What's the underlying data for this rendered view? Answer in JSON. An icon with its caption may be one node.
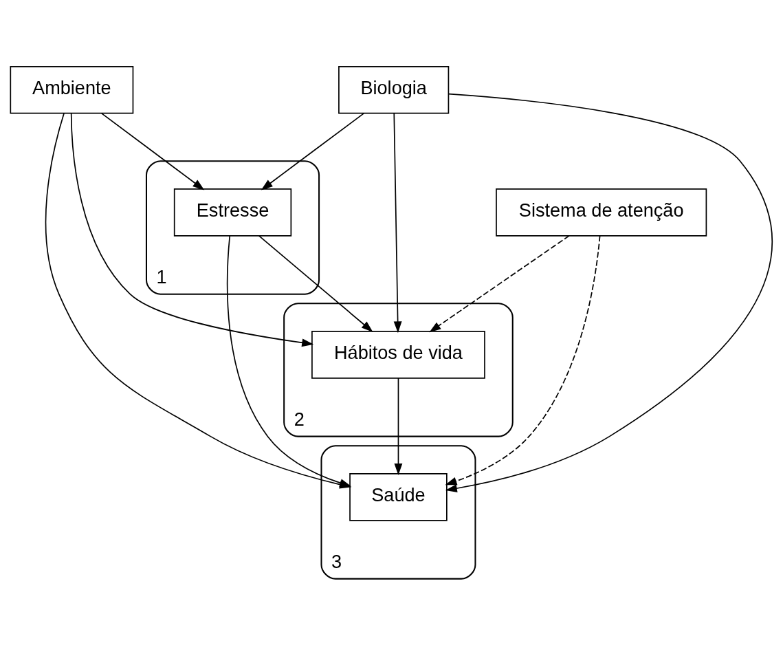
{
  "diagram": {
    "nodes": [
      {
        "text": [
          "Ambiente"
        ]
      },
      {
        "text": [
          "1"
        ]
      },
      {
        "text": [
          "Estresse"
        ],
        "in": 1
      },
      {
        "text": [
          "3"
        ]
      },
      {
        "text": [
          "Saúde"
        ],
        "in": 3
      },
      {
        "text": [
          "2"
        ]
      },
      {
        "text": [
          "Hábitos de vida"
        ],
        "in": 5
      },
      {
        "text": [
          "Biologia"
        ]
      },
      {
        "text": [
          "Sistema de atenção"
        ]
      }
    ],
    "edges": [
      {
        "from": 0,
        "to": 2,
        "arrow": "to"
      },
      {
        "from": 0,
        "to": 6,
        "arrow": "to"
      },
      {
        "from": 0,
        "to": 4,
        "arrow": "to"
      },
      {
        "from": 2,
        "to": 4,
        "arrow": "to"
      },
      {
        "from": 2,
        "to": 6,
        "arrow": "to"
      },
      {
        "from": 7,
        "to": 2,
        "arrow": "to"
      },
      {
        "from": 7,
        "to": 4,
        "arrow": "to"
      },
      {
        "from": 7,
        "to": 6,
        "arrow": "to"
      },
      {
        "from": 6,
        "to": 4,
        "arrow": "to"
      },
      {
        "from": 8,
        "to": 6,
        "arrow": "to",
        "style": "dashed"
      },
      {
        "from": 8,
        "to": 4,
        "arrow": "to",
        "style": "dashed"
      }
    ]
  }
}
